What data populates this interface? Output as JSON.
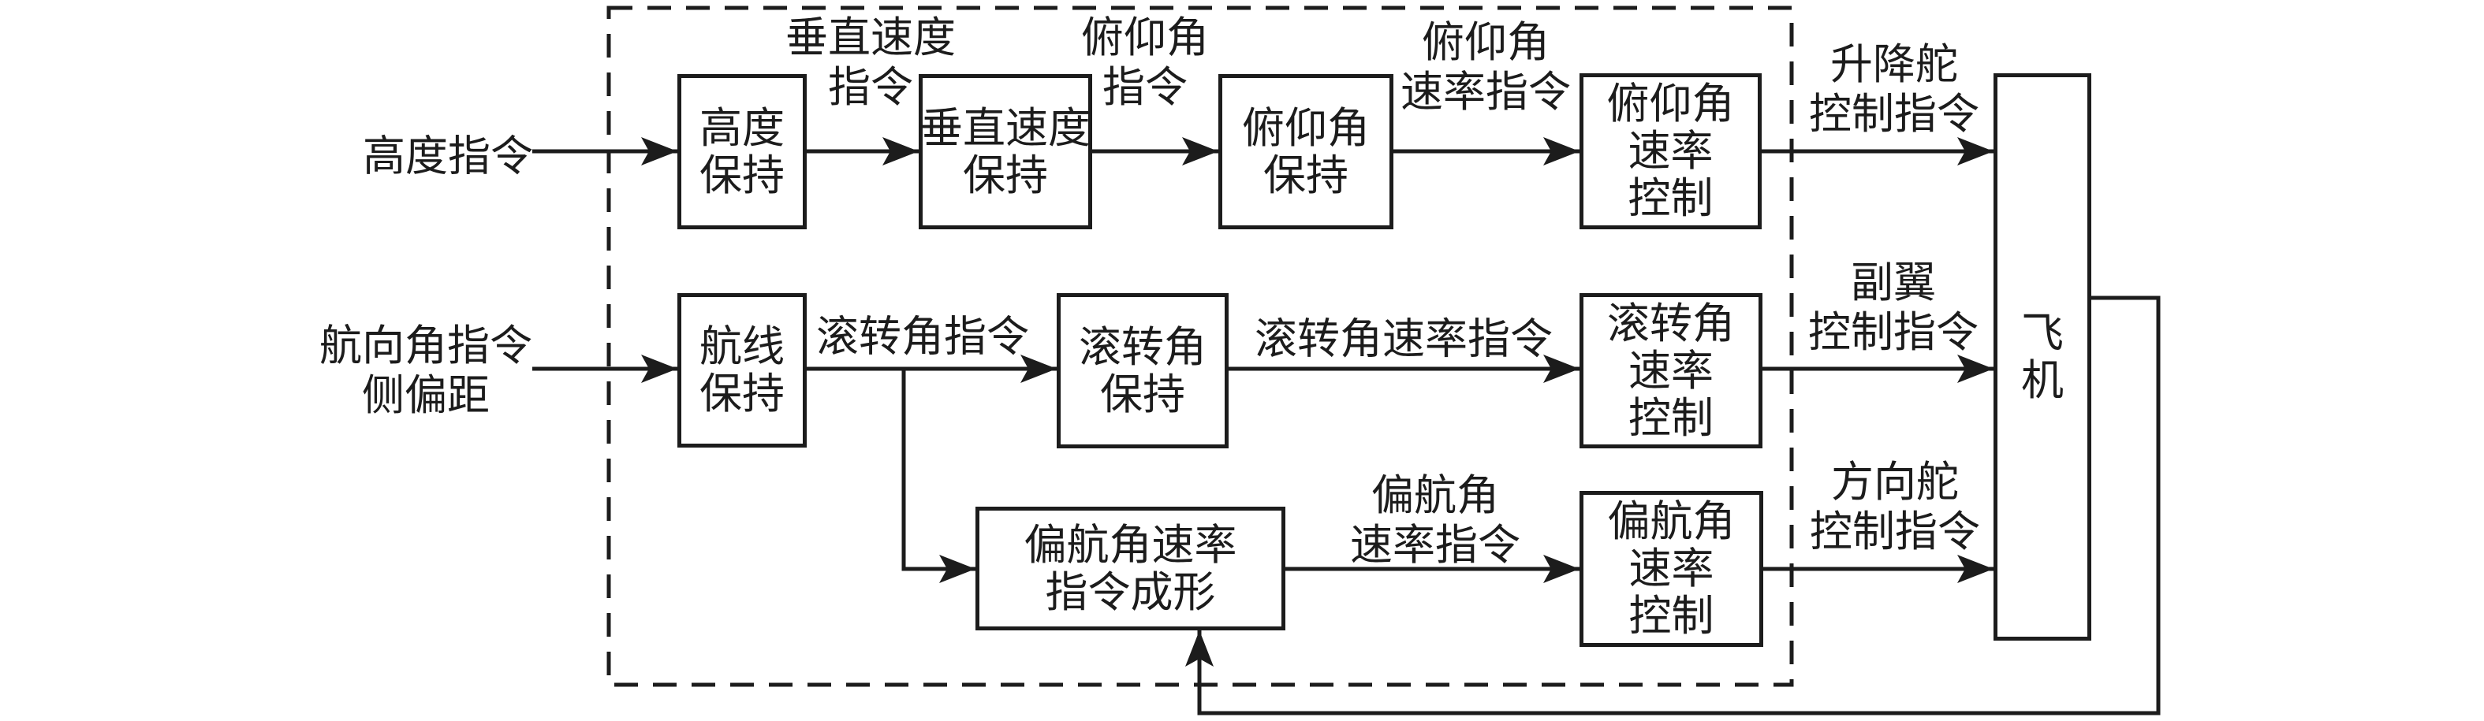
{
  "colors": {
    "ink": "#1c1c1c",
    "background": "#ffffff"
  },
  "inputs": {
    "altitude": {
      "line1": "高度指令"
    },
    "heading": {
      "line1": "航向角指令",
      "line2": "侧偏距"
    }
  },
  "blocks": {
    "altitude_hold": {
      "line1": "高度",
      "line2": "保持"
    },
    "vertical_speed_hold": {
      "line1": "垂直速度",
      "line2": "保持"
    },
    "pitch_hold": {
      "line1": "俯仰角",
      "line2": "保持"
    },
    "pitch_rate_control": {
      "line1": "俯仰角",
      "line2": "速率",
      "line3": "控制"
    },
    "route_hold": {
      "line1": "航线",
      "line2": "保持"
    },
    "roll_hold": {
      "line1": "滚转角",
      "line2": "保持"
    },
    "roll_rate_control": {
      "line1": "滚转角",
      "line2": "速率",
      "line3": "控制"
    },
    "yaw_rate_shaping": {
      "line1": "偏航角速率",
      "line2": "指令成形"
    },
    "yaw_rate_control": {
      "line1": "偏航角",
      "line2": "速率",
      "line3": "控制"
    },
    "aircraft": {
      "line1": "飞",
      "line2": "机"
    }
  },
  "signal_labels": {
    "vertical_speed_cmd": {
      "line1": "垂直速度",
      "line2": "指令"
    },
    "pitch_cmd": {
      "line1": "俯仰角",
      "line2": "指令"
    },
    "pitch_rate_cmd": {
      "line1": "俯仰角",
      "line2": "速率指令"
    },
    "elevator_cmd": {
      "line1": "升降舵",
      "line2": "控制指令"
    },
    "roll_cmd": {
      "line1": "滚转角指令"
    },
    "roll_rate_cmd": {
      "line1": "滚转角速率指令"
    },
    "yaw_rate_cmd": {
      "line1": "偏航角",
      "line2": "速率指令"
    },
    "aileron_cmd": {
      "line1": "副翼",
      "line2": "控制指令"
    },
    "rudder_cmd": {
      "line1": "方向舵",
      "line2": "控制指令"
    }
  }
}
